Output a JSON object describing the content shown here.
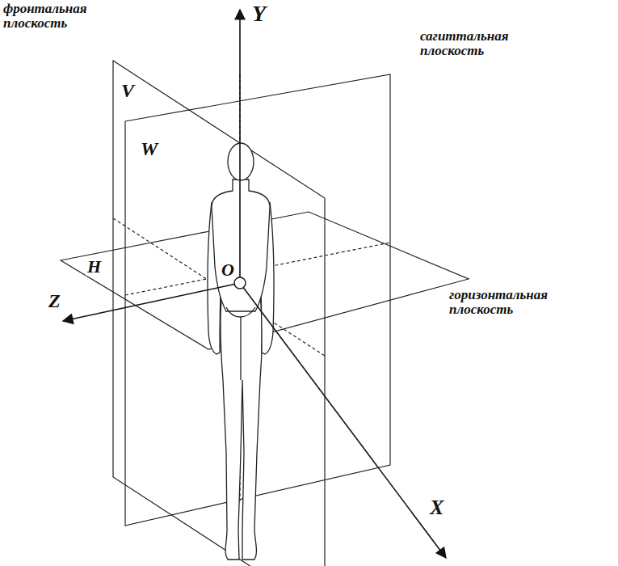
{
  "diagram": {
    "labels": [
      "фронтальная плоскость",
      "Y",
      "сагиттальная плоскость",
      "V",
      "W",
      "O",
      "H",
      "Z",
      "горизонтальная плоскость",
      "X"
    ]
  }
}
